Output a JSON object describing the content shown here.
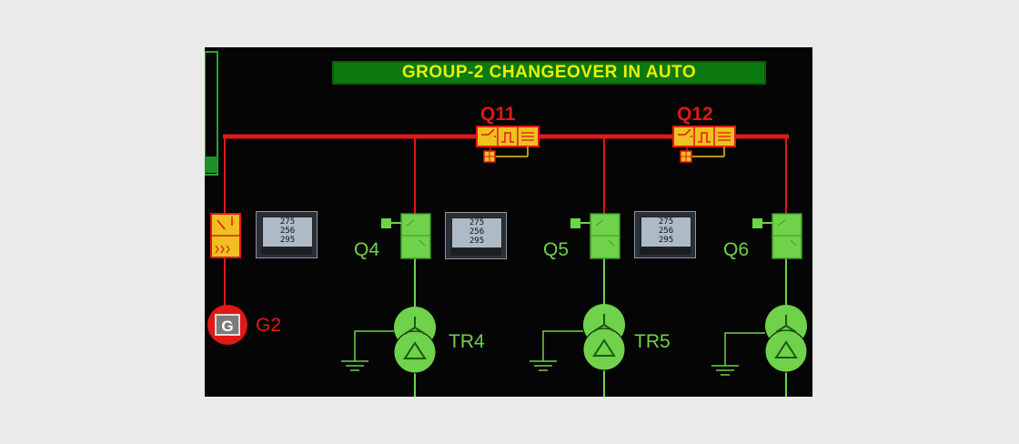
{
  "banner": {
    "text": "GROUP-2 CHANGEOVER IN AUTO"
  },
  "breakers": {
    "q11": "Q11",
    "q12": "Q12",
    "q4": "Q4",
    "q5": "Q5",
    "q6": "Q6"
  },
  "generator": {
    "symbol": "G",
    "label": "G2"
  },
  "transformers": {
    "tr4": "TR4",
    "tr5": "TR5"
  },
  "meters": [
    {
      "lines": [
        "275",
        "256",
        "295"
      ]
    },
    {
      "lines": [
        "275",
        "256",
        "295"
      ]
    },
    {
      "lines": [
        "275",
        "256",
        "295"
      ]
    }
  ],
  "colors": {
    "busbar": "#e01818",
    "energized": "#6fd24a",
    "banner_bg": "#0c7a10",
    "banner_text": "#e8f000",
    "breaker_red": "#e01818",
    "breaker_fill": "#f0c020"
  }
}
